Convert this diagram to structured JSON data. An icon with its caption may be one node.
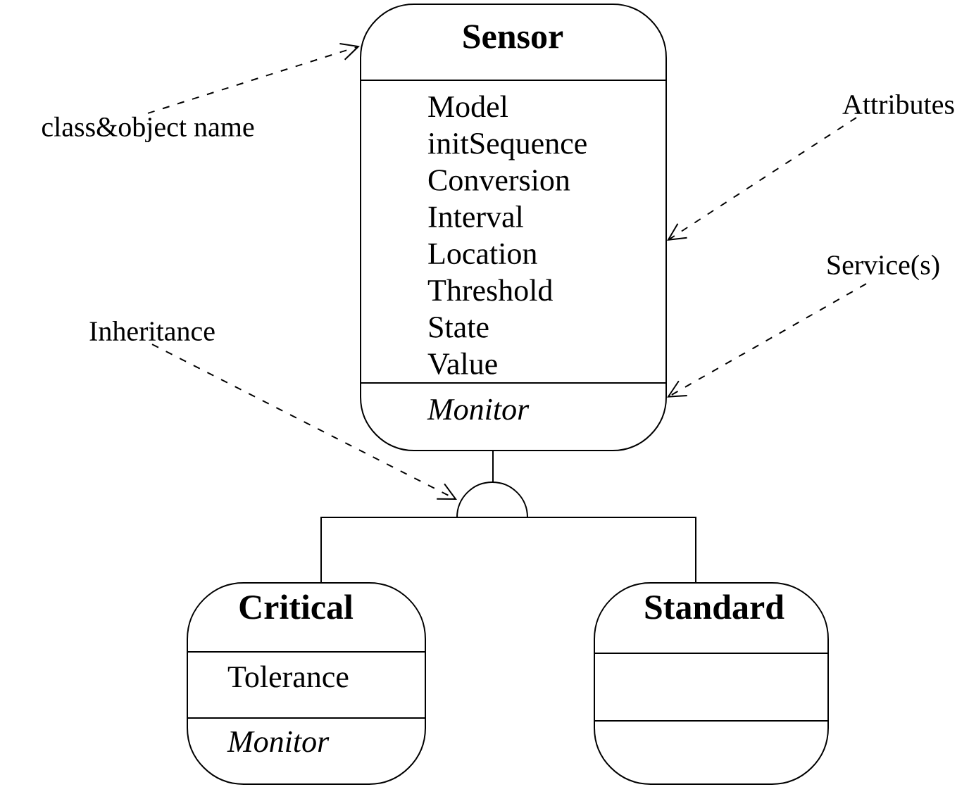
{
  "diagram": {
    "nodes": [
      {
        "text": [
          "Sensor",
          "Model",
          "initSequence",
          "Conversion",
          "Interval",
          "Location",
          "Threshold",
          "State",
          "Value",
          "Monitor"
        ]
      },
      {
        "text": [
          "class&object name"
        ]
      },
      {
        "text": [
          "Attributes"
        ]
      },
      {
        "text": [
          "Service(s)"
        ]
      },
      {
        "text": [
          "Inheritance"
        ]
      },
      {
        "text": [],
        "shape": "semicircle"
      },
      {
        "text": [
          "Critical",
          "Tolerance",
          "Monitor"
        ]
      },
      {
        "text": [
          "Standard"
        ]
      }
    ],
    "edges": [
      {
        "from": 1,
        "to": 0,
        "arrow": "to",
        "style": "dashed"
      },
      {
        "from": 2,
        "to": 0,
        "arrow": "to",
        "style": "dashed"
      },
      {
        "from": 3,
        "to": 0,
        "arrow": "to",
        "style": "dashed"
      },
      {
        "from": 4,
        "to": 5,
        "arrow": "to",
        "style": "dashed"
      },
      {
        "from": 0,
        "to": 5,
        "arrow": "none"
      },
      {
        "from": 5,
        "to": 6,
        "arrow": "none"
      },
      {
        "from": 5,
        "to": 7,
        "arrow": "none"
      }
    ]
  }
}
